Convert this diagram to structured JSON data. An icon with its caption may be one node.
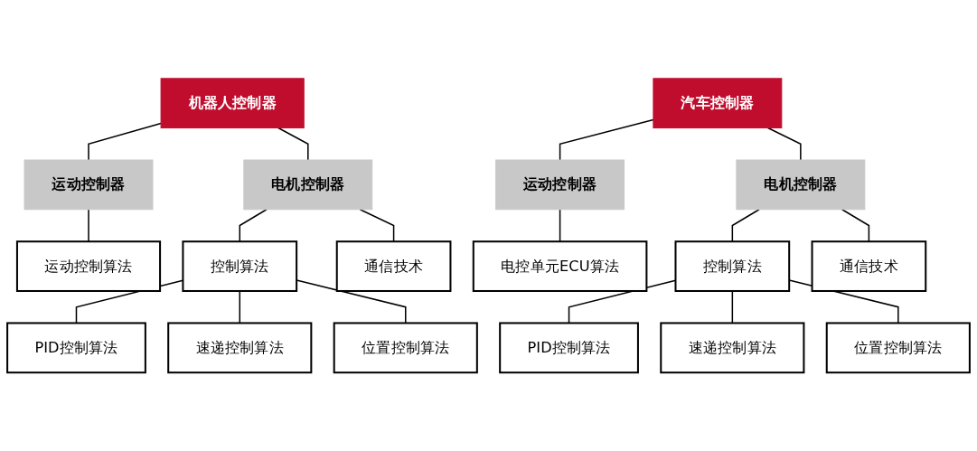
{
  "diagram": {
    "nodes": [
      {
        "text": [
          "机器人控制器"
        ]
      },
      {
        "text": [
          "运动控制器"
        ]
      },
      {
        "text": [
          "电机控制器"
        ]
      },
      {
        "text": [
          "运动控制算法"
        ]
      },
      {
        "text": [
          "控制算法"
        ]
      },
      {
        "text": [
          "通信技术"
        ]
      },
      {
        "text": [
          "PID控制算法"
        ]
      },
      {
        "text": [
          "速递控制算法"
        ]
      },
      {
        "text": [
          "位置控制算法"
        ]
      },
      {
        "text": [
          "汽车控制器"
        ]
      },
      {
        "text": [
          "运动控制器"
        ]
      },
      {
        "text": [
          "电机控制器"
        ]
      },
      {
        "text": [
          "电控单元ECU算法"
        ]
      },
      {
        "text": [
          "控制算法"
        ]
      },
      {
        "text": [
          "通信技术"
        ]
      },
      {
        "text": [
          "PID控制算法"
        ]
      },
      {
        "text": [
          "速递控制算法"
        ]
      },
      {
        "text": [
          "位置控制算法"
        ]
      }
    ],
    "edges": [
      {
        "from": 0,
        "to": 1,
        "arrow": "none"
      },
      {
        "from": 0,
        "to": 2,
        "arrow": "none"
      },
      {
        "from": 1,
        "to": 3,
        "arrow": "none"
      },
      {
        "from": 2,
        "to": 4,
        "arrow": "none"
      },
      {
        "from": 2,
        "to": 5,
        "arrow": "none"
      },
      {
        "from": 4,
        "to": 6,
        "arrow": "none"
      },
      {
        "from": 4,
        "to": 7,
        "arrow": "none"
      },
      {
        "from": 4,
        "to": 8,
        "arrow": "none"
      },
      {
        "from": 9,
        "to": 10,
        "arrow": "none"
      },
      {
        "from": 9,
        "to": 11,
        "arrow": "none"
      },
      {
        "from": 10,
        "to": 12,
        "arrow": "none"
      },
      {
        "from": 11,
        "to": 13,
        "arrow": "none"
      },
      {
        "from": 11,
        "to": 14,
        "arrow": "none"
      },
      {
        "from": 13,
        "to": 15,
        "arrow": "none"
      },
      {
        "from": 13,
        "to": 16,
        "arrow": "none"
      },
      {
        "from": 13,
        "to": 17,
        "arrow": "none"
      }
    ]
  }
}
